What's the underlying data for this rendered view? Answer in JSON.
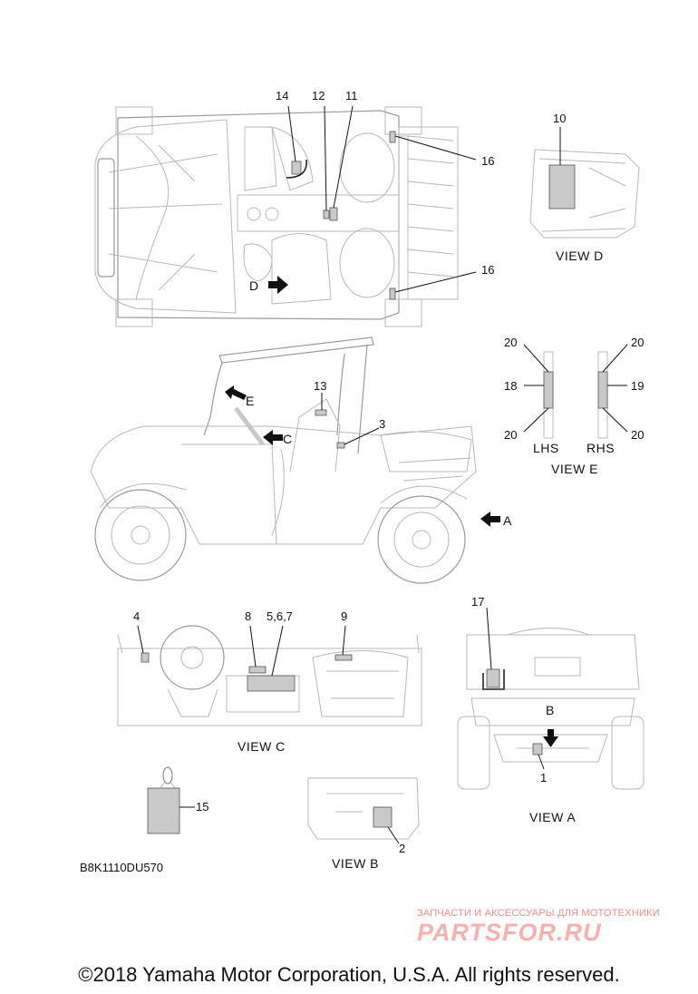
{
  "callouts": {
    "n1": "1",
    "n2": "2",
    "n3": "3",
    "n4": "4",
    "n567": "5,6,7",
    "n8": "8",
    "n9": "9",
    "n10": "10",
    "n11": "11",
    "n12": "12",
    "n13": "13",
    "n14": "14",
    "n15": "15",
    "n16a": "16",
    "n16b": "16",
    "n17": "17",
    "n18": "18",
    "n19": "19",
    "n20a": "20",
    "n20b": "20",
    "n20c": "20",
    "n20d": "20"
  },
  "letters": {
    "A": "A",
    "B": "B",
    "C": "C",
    "D": "D",
    "E": "E"
  },
  "views": {
    "view_a": "VIEW A",
    "view_b": "VIEW B",
    "view_c": "VIEW C",
    "view_d": "VIEW D",
    "view_e": "VIEW E",
    "lhs": "LHS",
    "rhs": "RHS"
  },
  "part_code": "B8K1110DU570",
  "copyright": "©2018 Yamaha Motor Corporation, U.S.A. All rights reserved.",
  "watermark": {
    "line1": "ЗАПЧАСТИ И АКСЕССУАРЫ ДЛЯ МОТОТЕХНИКИ",
    "line2": "PARTSFOR.RU"
  }
}
